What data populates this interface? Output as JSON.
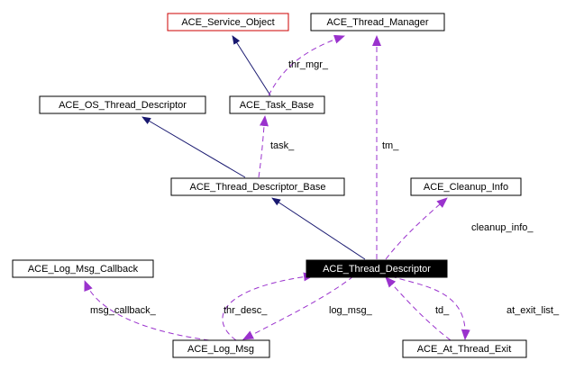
{
  "nodes": {
    "service_object": "ACE_Service_Object",
    "thread_manager": "ACE_Thread_Manager",
    "os_thread_descriptor": "ACE_OS_Thread_Descriptor",
    "task_base": "ACE_Task_Base",
    "thread_descriptor_base": "ACE_Thread_Descriptor_Base",
    "cleanup_info": "ACE_Cleanup_Info",
    "log_msg_callback": "ACE_Log_Msg_Callback",
    "thread_descriptor": "ACE_Thread_Descriptor",
    "log_msg": "ACE_Log_Msg",
    "at_thread_exit": "ACE_At_Thread_Exit"
  },
  "edge_labels": {
    "thr_mgr": "thr_mgr_",
    "task": "task_",
    "tm": "tm_",
    "cleanup_info": "cleanup_info_",
    "msg_callback": "msg_callback_",
    "thr_desc": "thr_desc_",
    "log_msg": "log_msg_",
    "td": "td_",
    "at_exit_list": "at_exit_list_"
  },
  "colors": {
    "inheritance": "#191970",
    "usage": "#9a32cd",
    "highlight_border": "#cc0000",
    "selected_fill": "#000000"
  }
}
